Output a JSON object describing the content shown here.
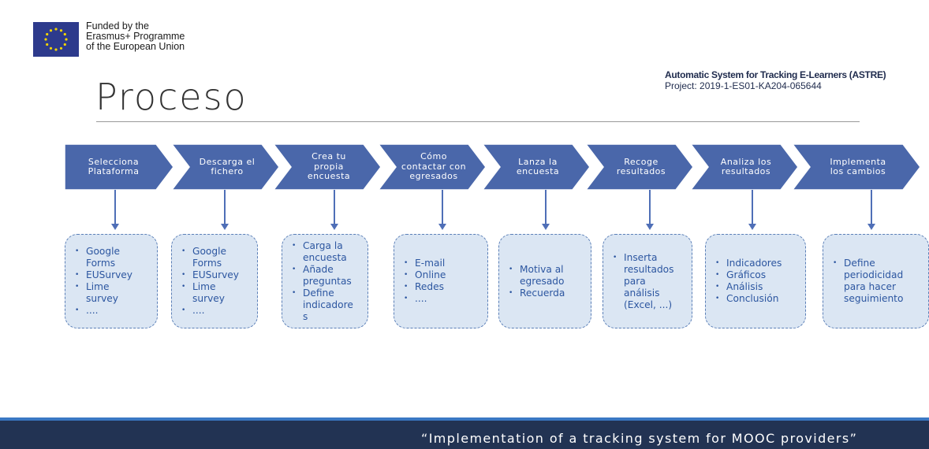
{
  "header": {
    "eu_lines": [
      "Funded by the",
      "Erasmus+ Programme",
      "of the European Union"
    ],
    "title": "Proceso",
    "project_line1": "Automatic System for Tracking E-Learners (ASTRE)",
    "project_line2": "Project:  2019-1-ES01-KA204-065644"
  },
  "steps": [
    {
      "label_lines": [
        "Selecciona",
        "Plataforma"
      ],
      "items": [
        "Google",
        "Forms",
        "EUSurvey",
        "Lime",
        "survey",
        "...."
      ]
    },
    {
      "label_lines": [
        "Descarga el",
        "fichero"
      ],
      "items": [
        "Google",
        "Forms",
        "EUSurvey",
        "Lime",
        "survey",
        "...."
      ]
    },
    {
      "label_lines": [
        "Crea tu",
        "propia",
        "encuesta"
      ],
      "items": [
        "Carga la",
        "encuesta",
        "Añade",
        "preguntas",
        "Define",
        "indicadore",
        "s"
      ]
    },
    {
      "label_lines": [
        "Cómo",
        "contactar con",
        "egresados"
      ],
      "items": [
        "E-mail",
        "Online",
        "Redes",
        "...."
      ]
    },
    {
      "label_lines": [
        "Lanza la",
        "encuesta"
      ],
      "items": [
        "Motiva al",
        "egresado",
        "Recuerda"
      ]
    },
    {
      "label_lines": [
        "Recoge",
        "resultados"
      ],
      "items": [
        "Inserta",
        "resultados",
        "para",
        "análisis",
        "(Excel, ...)"
      ]
    },
    {
      "label_lines": [
        "Analiza los",
        "resultados"
      ],
      "items": [
        "Indicadores",
        "Gráficos",
        "Análisis",
        "Conclusión"
      ]
    },
    {
      "label_lines": [
        "Implementa",
        "los cambios"
      ],
      "items": [
        "Define",
        "periodicidad",
        "para hacer",
        "seguimiento"
      ]
    }
  ],
  "footer": {
    "quote": "“Implementation of a tracking system for MOOC providers”"
  },
  "colors": {
    "chevron": "#4a67aa",
    "box_fill": "#dbe6f3",
    "box_text": "#2c56a0",
    "footer": "#223353",
    "footer_stripe": "#3a78c3"
  }
}
